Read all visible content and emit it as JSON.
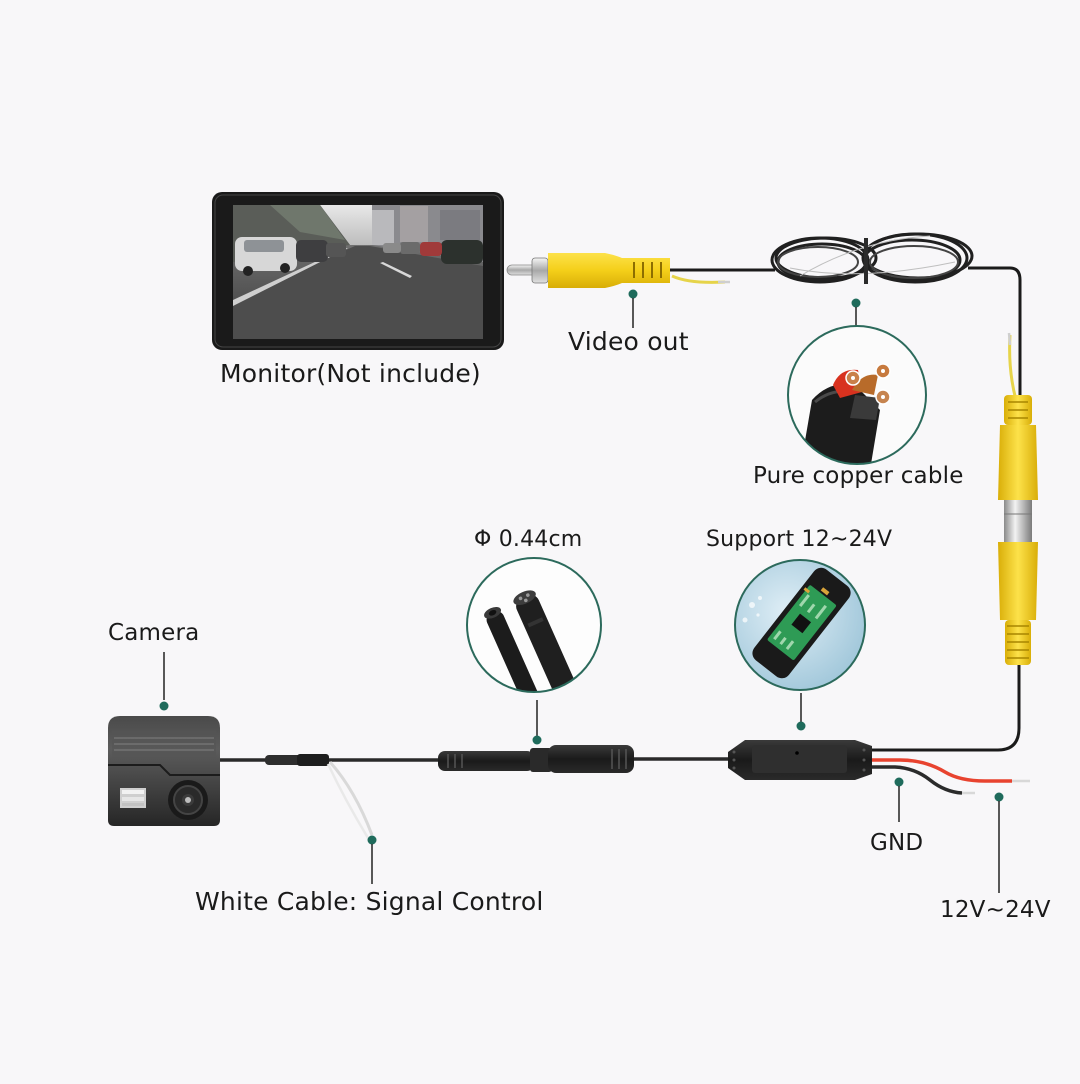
{
  "diagram": {
    "title": "Reversing camera wiring diagram",
    "labels": {
      "monitor": "Monitor(Not include)",
      "video_out": "Video out",
      "copper_cable": "Pure copper cable",
      "diameter": "Φ 0.44cm",
      "support_voltage": "Support 12~24V",
      "camera": "Camera",
      "white_cable": "White Cable: Signal Control",
      "gnd": "GND",
      "power": "12V~24V"
    },
    "components": [
      {
        "id": "monitor",
        "name": "Monitor",
        "included": false
      },
      {
        "id": "rca-video-out",
        "name": "Yellow RCA video out connector"
      },
      {
        "id": "cable-coil",
        "name": "Extension cable coil (pure copper)"
      },
      {
        "id": "rca-coupler",
        "name": "Yellow RCA in-line coupler"
      },
      {
        "id": "connector-4pin",
        "name": "4-pin connector, diameter 0.44cm"
      },
      {
        "id": "power-module",
        "name": "Power module, supports 12~24V"
      },
      {
        "id": "camera",
        "name": "Rear camera"
      },
      {
        "id": "wire-gnd",
        "name": "Black wire (GND)"
      },
      {
        "id": "wire-power",
        "name": "Red wire (12V~24V)"
      },
      {
        "id": "wire-signal",
        "name": "White wire (signal control)"
      }
    ],
    "colors": {
      "background": "#f8f7f9",
      "accent_dot": "#1f6b5c",
      "circle_border": "#2c6a5c",
      "rca_yellow": "#f4cf19",
      "cable_black": "#1b1b1b",
      "wire_red": "#e8432f",
      "pcb_green": "#2e9b55"
    }
  }
}
